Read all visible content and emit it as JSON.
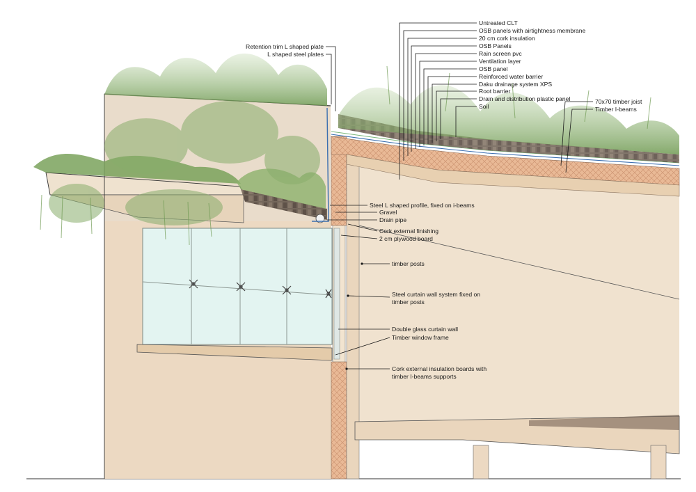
{
  "labels": {
    "untreated_clt": "Untreated CLT",
    "osb_airtight": "OSB panels with airtightness membrane",
    "cork_insulation": "20 cm cork insulation",
    "osb_panels": "OSB Panels",
    "rain_screen": "Rain screen pvc",
    "ventilation_layer": "Ventilation layer",
    "osb_panel": "OSB panel",
    "water_barrier": "Reinforced water barrier",
    "daku_drainage": "Daku drainage system XPS",
    "root_barrier": "Root barrier",
    "drain_panel": "Drain and distribution plastic panel",
    "soil": "Soil",
    "retention_trim": "Retention trim L shaped plate",
    "steel_plates": "L shaped steel plates",
    "timber_joist": "70x70 timber joist",
    "timber_ibeams": "Timber I-beams",
    "steel_profile": "Steel L shaped profile, fixed on i-beams",
    "gravel": "Gravel",
    "drain_pipe": "Drain pipe",
    "cork_finishing": "Cork external finishing",
    "plywood_board": "2 cm plywood board",
    "timber_posts": "timber posts",
    "curtain_wall_line1": "Steel curtain wall system fixed on",
    "curtain_wall_line2": "timber posts",
    "double_glass": "Double glass curtain wall",
    "window_frame": "Timber window frame",
    "cork_boards_line1": "Cork external insulation boards with",
    "cork_boards_line2": "timber I-beams supports"
  },
  "colors": {
    "timber": "#efe0cc",
    "timber_dark": "#e6cfb2",
    "cork": "#e8b896",
    "glass": "#dff2ef",
    "soil": "#6b5a4c",
    "vegetation": "#6f9a52",
    "vegetation_light": "#a9c58e",
    "line": "#2a2a2a"
  }
}
